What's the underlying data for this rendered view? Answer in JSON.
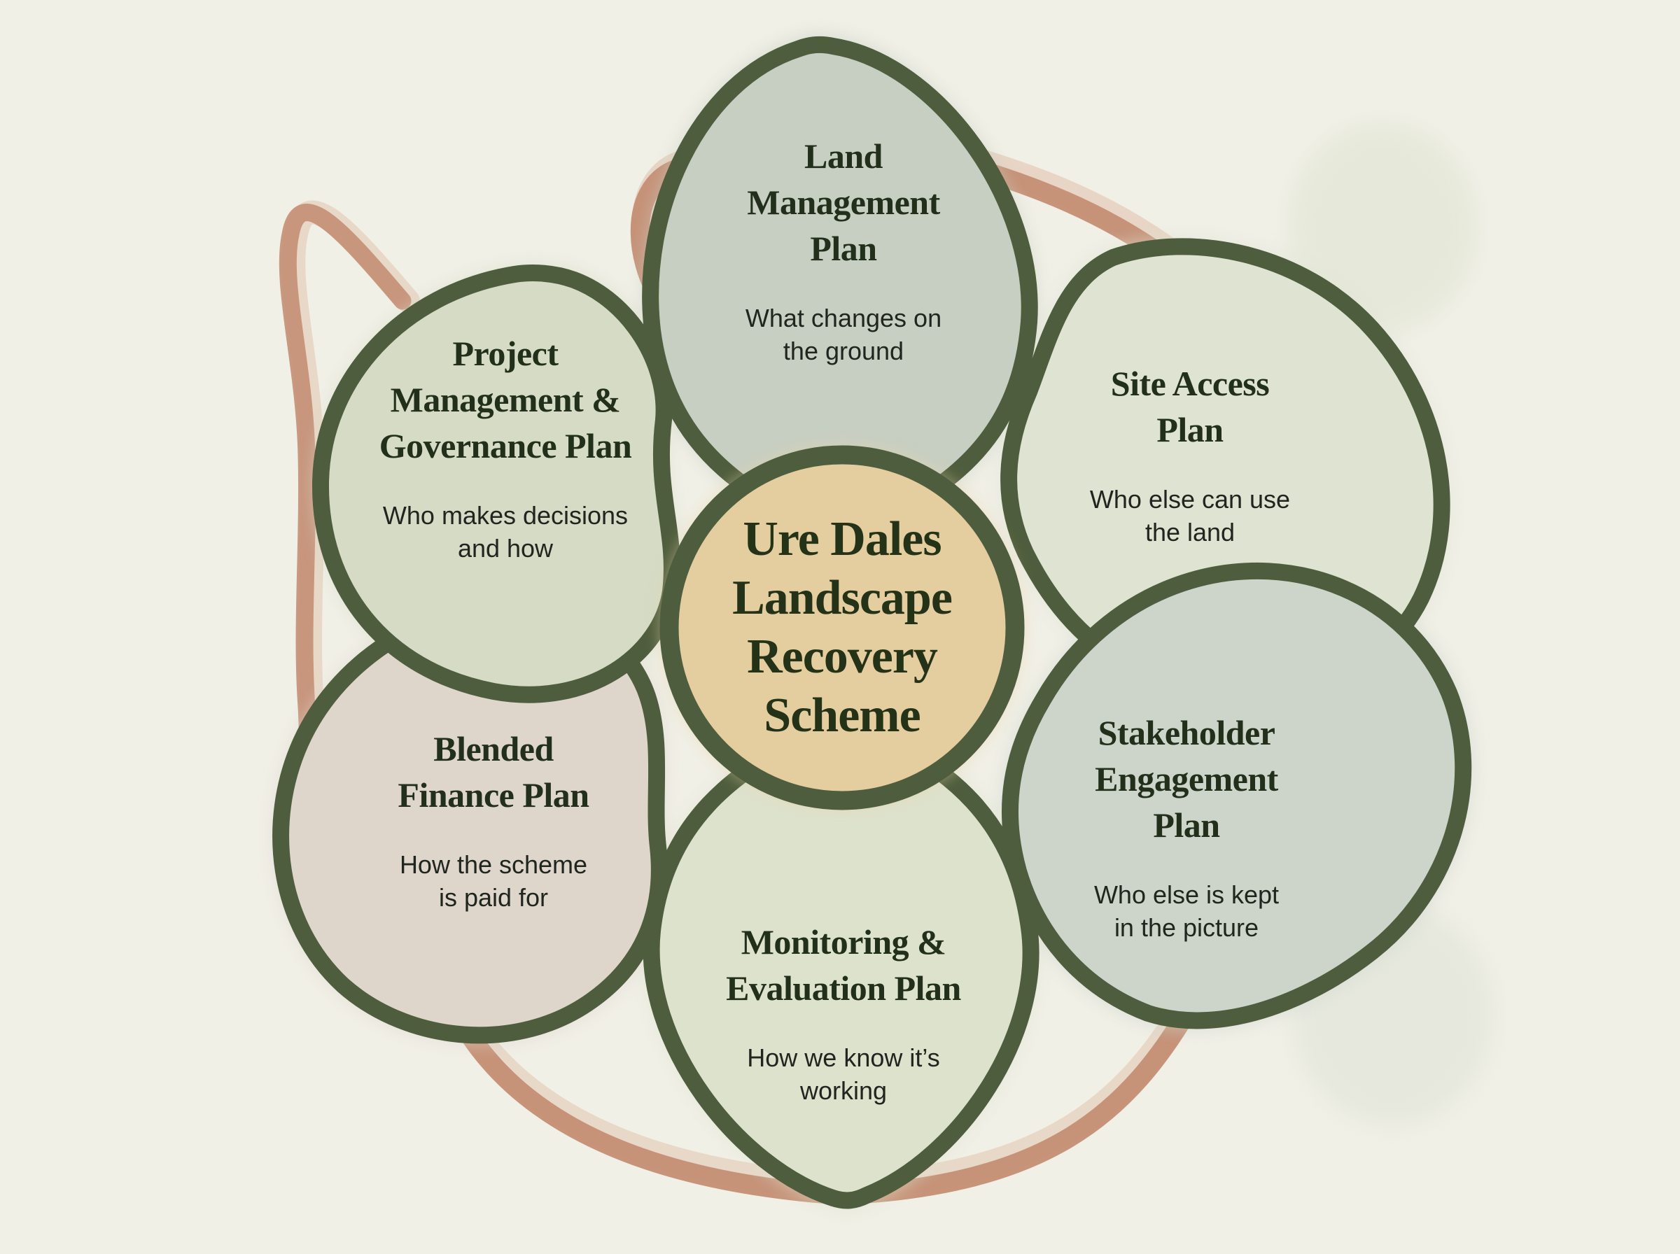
{
  "diagram": {
    "center": {
      "title": "Ure Dales\nLandscape\nRecovery\nScheme"
    },
    "petals": [
      {
        "id": "land-management",
        "position": "top",
        "title": "Land\nManagement\nPlan",
        "subtitle": "What changes on\nthe ground"
      },
      {
        "id": "site-access",
        "position": "top-right",
        "title": "Site Access\nPlan",
        "subtitle": "Who else can use\nthe land"
      },
      {
        "id": "stakeholder-engagement",
        "position": "bottom-right",
        "title": "Stakeholder\nEngagement\nPlan",
        "subtitle": "Who else is kept\nin the picture"
      },
      {
        "id": "monitoring-evaluation",
        "position": "bottom",
        "title": "Monitoring &\nEvaluation Plan",
        "subtitle": "How we know it’s\nworking"
      },
      {
        "id": "blended-finance",
        "position": "bottom-left",
        "title": "Blended\nFinance Plan",
        "subtitle": "How the scheme\nis paid for"
      },
      {
        "id": "project-management-governance",
        "position": "top-left",
        "title": "Project\nManagement &\nGovernance Plan",
        "subtitle": "Who makes decisions\nand how"
      }
    ],
    "colors": {
      "background": "#f1f0e7",
      "outline_green": "#4e5d3d",
      "center_fill": "#e4cd9f",
      "center_bleed": "#e7d2a6",
      "ribbon": "#c48e74",
      "ribbon_light": "#ddb49c",
      "title_text": "#22301b",
      "subtitle_text": "#20261f",
      "wash_sage": "#e2e6d5",
      "wash_gray": "#dfe3d8",
      "petal_fills": {
        "land_management": "#c7cfc2",
        "site_access": "#dee3d2",
        "stakeholder_engagement": "#cdd5ca",
        "monitoring_evaluation": "#dde2cd",
        "blended_finance": "#ded5cb",
        "project_management_governance": "#d5dbc5"
      }
    }
  }
}
